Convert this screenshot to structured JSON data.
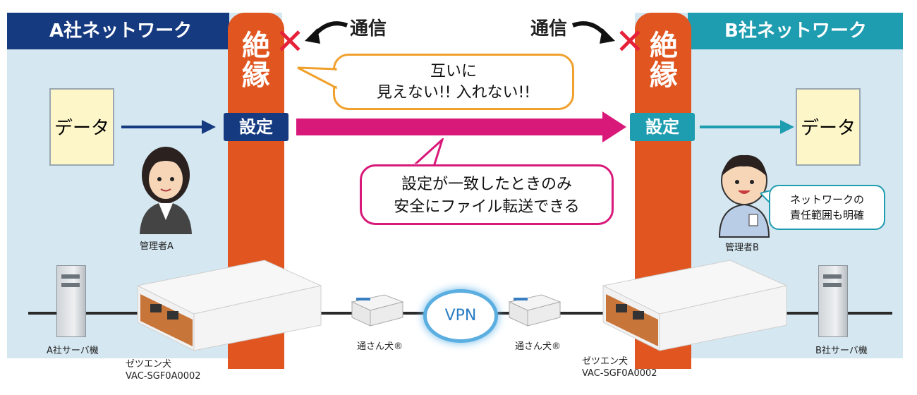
{
  "network_a": {
    "title": "A社ネットワーク"
  },
  "network_b": {
    "title": "B社ネットワーク"
  },
  "isolation": {
    "label_a": "絶縁",
    "label_b": "絶縁"
  },
  "communication": {
    "left": "通信",
    "right": "通信"
  },
  "setting": {
    "a": "設定",
    "b": "設定"
  },
  "data_doc": {
    "a": "データ",
    "b": "データ"
  },
  "bubble_top": {
    "line1": "互いに",
    "line2": "見えない!! 入れない!!"
  },
  "bubble_middle": {
    "line1": "設定が一致したときのみ",
    "line2": "安全にファイル転送できる"
  },
  "bubble_b": {
    "line1": "ネットワークの",
    "line2": "責任範囲も明確"
  },
  "admin": {
    "a": "管理者A",
    "b": "管理者B"
  },
  "servers": {
    "a": "A社サーバ機",
    "b": "B社サーバ機"
  },
  "device_small": {
    "a": "通さん犬®",
    "b": "通さん犬®"
  },
  "device_large": {
    "a_name": "ゼツエン犬",
    "a_model": "VAC-SGF0A0002",
    "b_name": "ゼツエン犬",
    "b_model": "VAC-SGF0A0002"
  },
  "vpn": {
    "label": "VPN"
  },
  "colors": {
    "navy": "#163a80",
    "teal": "#1f9db0",
    "orange": "#e05520",
    "magenta": "#d8197a",
    "cross": "#e6213a"
  }
}
